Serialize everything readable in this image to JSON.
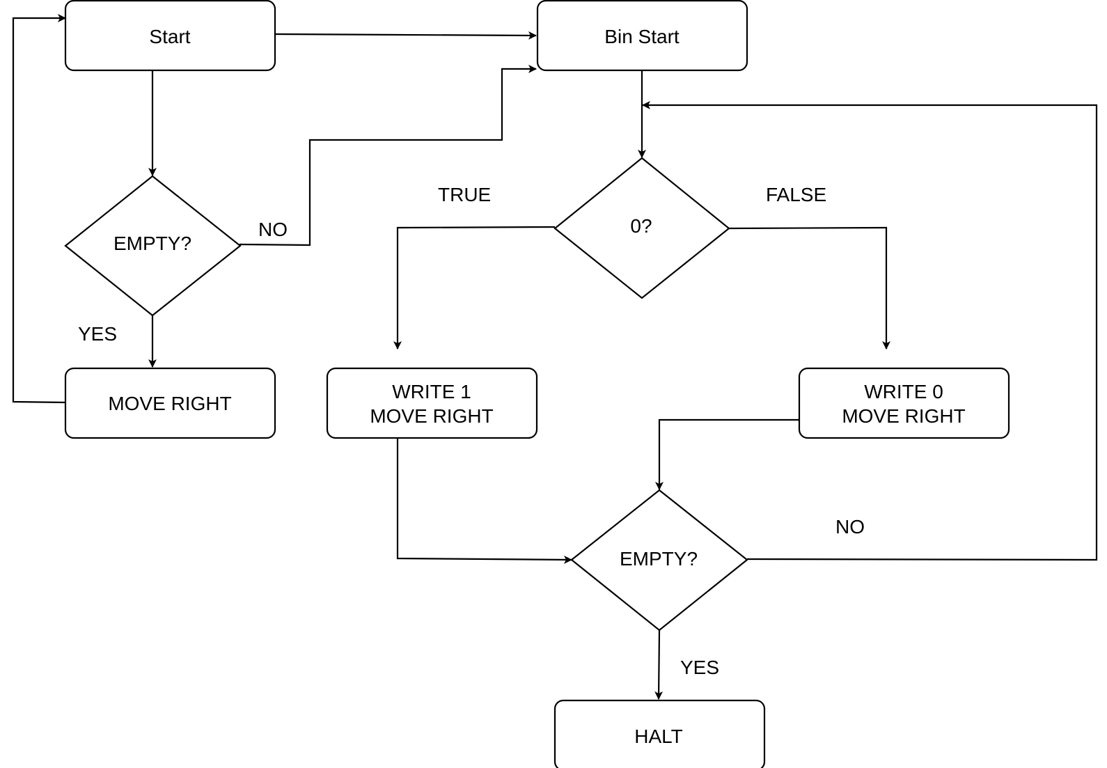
{
  "nodes": {
    "start": {
      "label": "Start"
    },
    "bin_start": {
      "label": "Bin Start"
    },
    "empty_check_1": {
      "label": "EMPTY?"
    },
    "move_right": {
      "label": "MOVE RIGHT"
    },
    "zero_check": {
      "label": "0?"
    },
    "write_1": {
      "line1": "WRITE 1",
      "line2": "MOVE RIGHT"
    },
    "write_0": {
      "line1": "WRITE 0",
      "line2": "MOVE RIGHT"
    },
    "empty_check_2": {
      "label": "EMPTY?"
    },
    "halt": {
      "label": "HALT"
    }
  },
  "edge_labels": {
    "empty1_no": "NO",
    "empty1_yes": "YES",
    "zero_true": "TRUE",
    "zero_false": "FALSE",
    "empty2_no": "NO",
    "empty2_yes": "YES"
  }
}
